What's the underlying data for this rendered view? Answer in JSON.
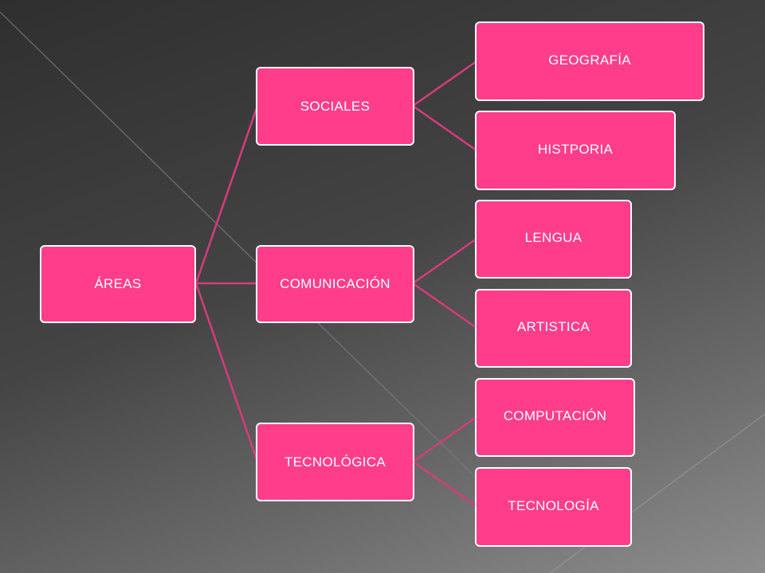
{
  "colors": {
    "node_fill": "#ff3d8b",
    "node_border": "#ffffff",
    "connector": "#d63b7c",
    "text": "#ffffff"
  },
  "diagram": {
    "root": {
      "label": "ÁREAS"
    },
    "groups": [
      {
        "label": "SOCIALES",
        "children": [
          "GEOGRAFÍA",
          "HISTPORIA"
        ]
      },
      {
        "label": "COMUNICACIÓN",
        "children": [
          "LENGUA",
          "ARTISTICA"
        ]
      },
      {
        "label": "TECNOLÓGICA",
        "children": [
          "COMPUTACIÓN",
          "TECNOLOGÍA"
        ]
      }
    ]
  }
}
